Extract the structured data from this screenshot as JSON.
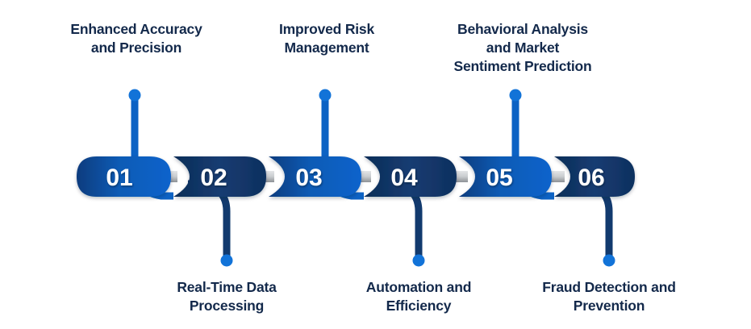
{
  "title": "Benefits Process Chevron Timeline",
  "colors": {
    "bright_blue_light": "#1565C0",
    "bright_blue_dark": "#0D47A1",
    "navy_dark": "#10305F",
    "navy_light": "#1B4A85",
    "connector_bright": "#0C62C4",
    "connector_navy": "#123A6E",
    "gray_bar": "#D4D6D8",
    "gray_bar_dark": "#9FA3A7",
    "label_text": "#13294b",
    "number_text": "#ffffff",
    "background": "#ffffff"
  },
  "steps": [
    {
      "number": "01",
      "label": "Enhanced Accuracy\nand Precision",
      "direction": "up",
      "tone": "bright"
    },
    {
      "number": "02",
      "label": "Real-Time Data\nProcessing",
      "direction": "down",
      "tone": "navy"
    },
    {
      "number": "03",
      "label": "Improved Risk\nManagement",
      "direction": "up",
      "tone": "bright"
    },
    {
      "number": "04",
      "label": "Automation and\nEfficiency",
      "direction": "down",
      "tone": "navy"
    },
    {
      "number": "05",
      "label": "Behavioral Analysis\nand Market\nSentiment Prediction",
      "direction": "up",
      "tone": "bright"
    },
    {
      "number": "06",
      "label": "Fraud Detection and\nPrevention",
      "direction": "down",
      "tone": "navy"
    }
  ]
}
